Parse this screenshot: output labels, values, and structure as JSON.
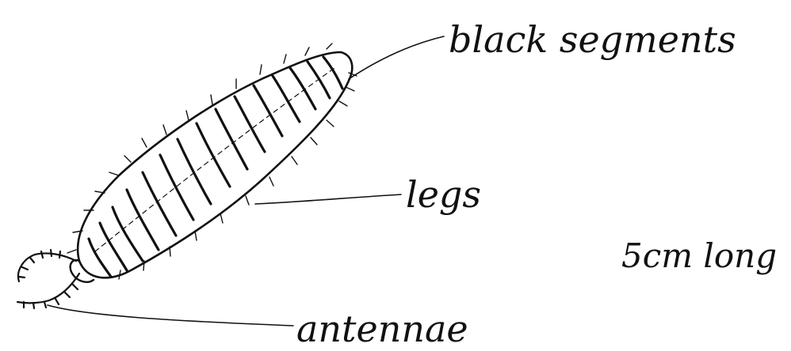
{
  "labels": {
    "segments": "black segments",
    "legs": "legs",
    "length": "5cm long",
    "antennae": "antennae"
  },
  "colors": {
    "ink": "#111111",
    "paper": "#ffffff"
  }
}
